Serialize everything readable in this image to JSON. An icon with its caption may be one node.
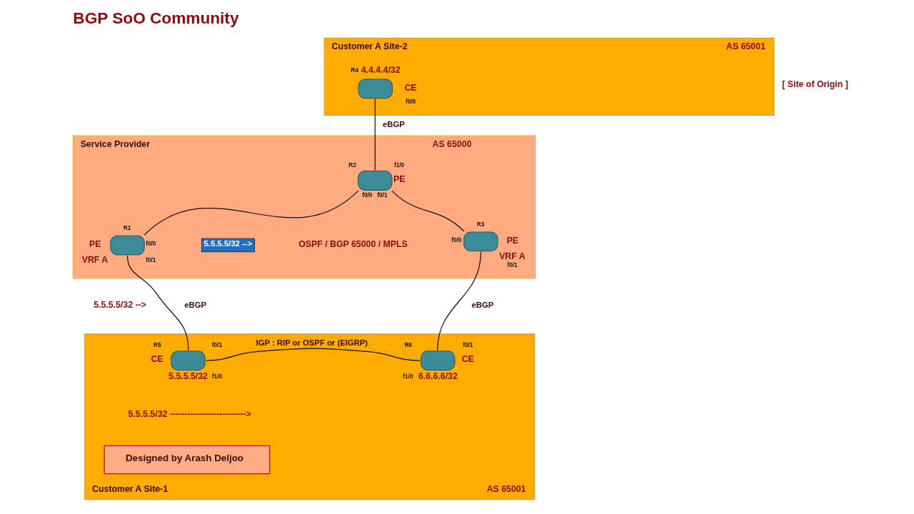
{
  "diagram": {
    "title": "BGP SoO Community",
    "nodes": [
      {
        "text": [
          "Customer A Site-2",
          "AS 65001"
        ]
      },
      {
        "text": [
          "R4"
        ],
        "in": 0,
        "beside": [
          "4.4.4.4/32",
          "CE",
          "f0/0"
        ]
      },
      {
        "text": [
          "Service Provider",
          "AS 65000"
        ]
      },
      {
        "text": [
          "R2"
        ],
        "in": 2,
        "beside": [
          "f1/0",
          "PE",
          "f0/0",
          "f0/1"
        ]
      },
      {
        "text": [
          "R1"
        ],
        "in": 2,
        "beside": [
          "PE",
          "f0/0",
          "VRF A",
          "f0/1"
        ]
      },
      {
        "text": [
          "R3"
        ],
        "in": 2,
        "beside": [
          "f0/0",
          "PE",
          "VRF A",
          "f0/1"
        ]
      },
      {
        "text": [
          "Customer A Site-1",
          "AS 65001"
        ]
      },
      {
        "text": [
          "R5"
        ],
        "in": 6,
        "beside": [
          "f0/1",
          "CE",
          "f1/0",
          "5.5.5.5/32"
        ]
      },
      {
        "text": [
          "R6"
        ],
        "in": 6,
        "beside": [
          "f0/1",
          "f1/0",
          "CE",
          "6.6.6.6/32"
        ]
      },
      {
        "text": [
          "Designed by Arash Deljoo"
        ],
        "in": 6
      }
    ],
    "edges": [
      {
        "from": 1,
        "to": 3,
        "arrow": "none",
        "label": "eBGP"
      },
      {
        "from": 3,
        "to": 4,
        "arrow": "none"
      },
      {
        "from": 3,
        "to": 5,
        "arrow": "none"
      },
      {
        "from": 4,
        "to": 7,
        "arrow": "none",
        "label": "eBGP"
      },
      {
        "from": 5,
        "to": 8,
        "arrow": "none",
        "label": "eBGP"
      },
      {
        "from": 7,
        "to": 8,
        "arrow": "none",
        "label": "IGP : RIP or OSPF or (EIGRP)"
      }
    ],
    "labels": [
      "[ Site of Origin ]",
      "5.5.5.5/32 -->",
      "OSPF / BGP 65000 / MPLS",
      "5.5.5.5/32 -->",
      "5.5.5.5/32 -------------------------->"
    ]
  }
}
